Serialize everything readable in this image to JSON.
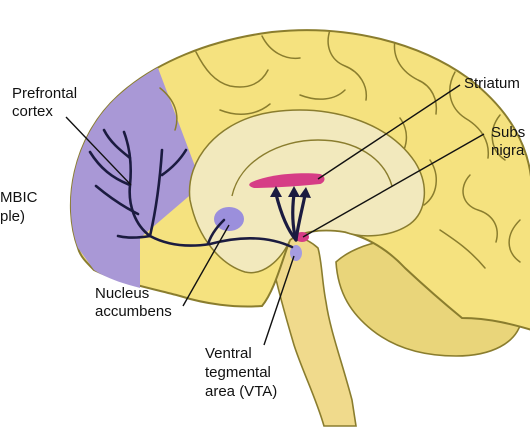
{
  "colors": {
    "background": "#ffffff",
    "cortex": "#f5e27f",
    "cortex_outline": "#8a7d2e",
    "inner_pale": "#f2e9bd",
    "brainstem": "#f0da8c",
    "cerebellum": "#e9d57a",
    "prefrontal": "#a998d6",
    "nucleus_accumbens": "#9b8fdc",
    "striatum": "#d63d86",
    "vta": "#a59ce0",
    "pathway": "#1b1b40",
    "leader": "#111111"
  },
  "labels": {
    "prefrontal_line1": "Prefrontal",
    "prefrontal_line2": "cortex",
    "mesolimbic_line1": "MBIC",
    "mesolimbic_line2": "ple)",
    "striatum": "Striatum",
    "substantia_line1": "Subs",
    "substantia_line2": "nigra",
    "nucleus_line1": "Nucleus",
    "nucleus_line2": "accumbens",
    "vta_line1": "Ventral",
    "vta_line2": "tegmental",
    "vta_line3": "area (VTA)"
  }
}
